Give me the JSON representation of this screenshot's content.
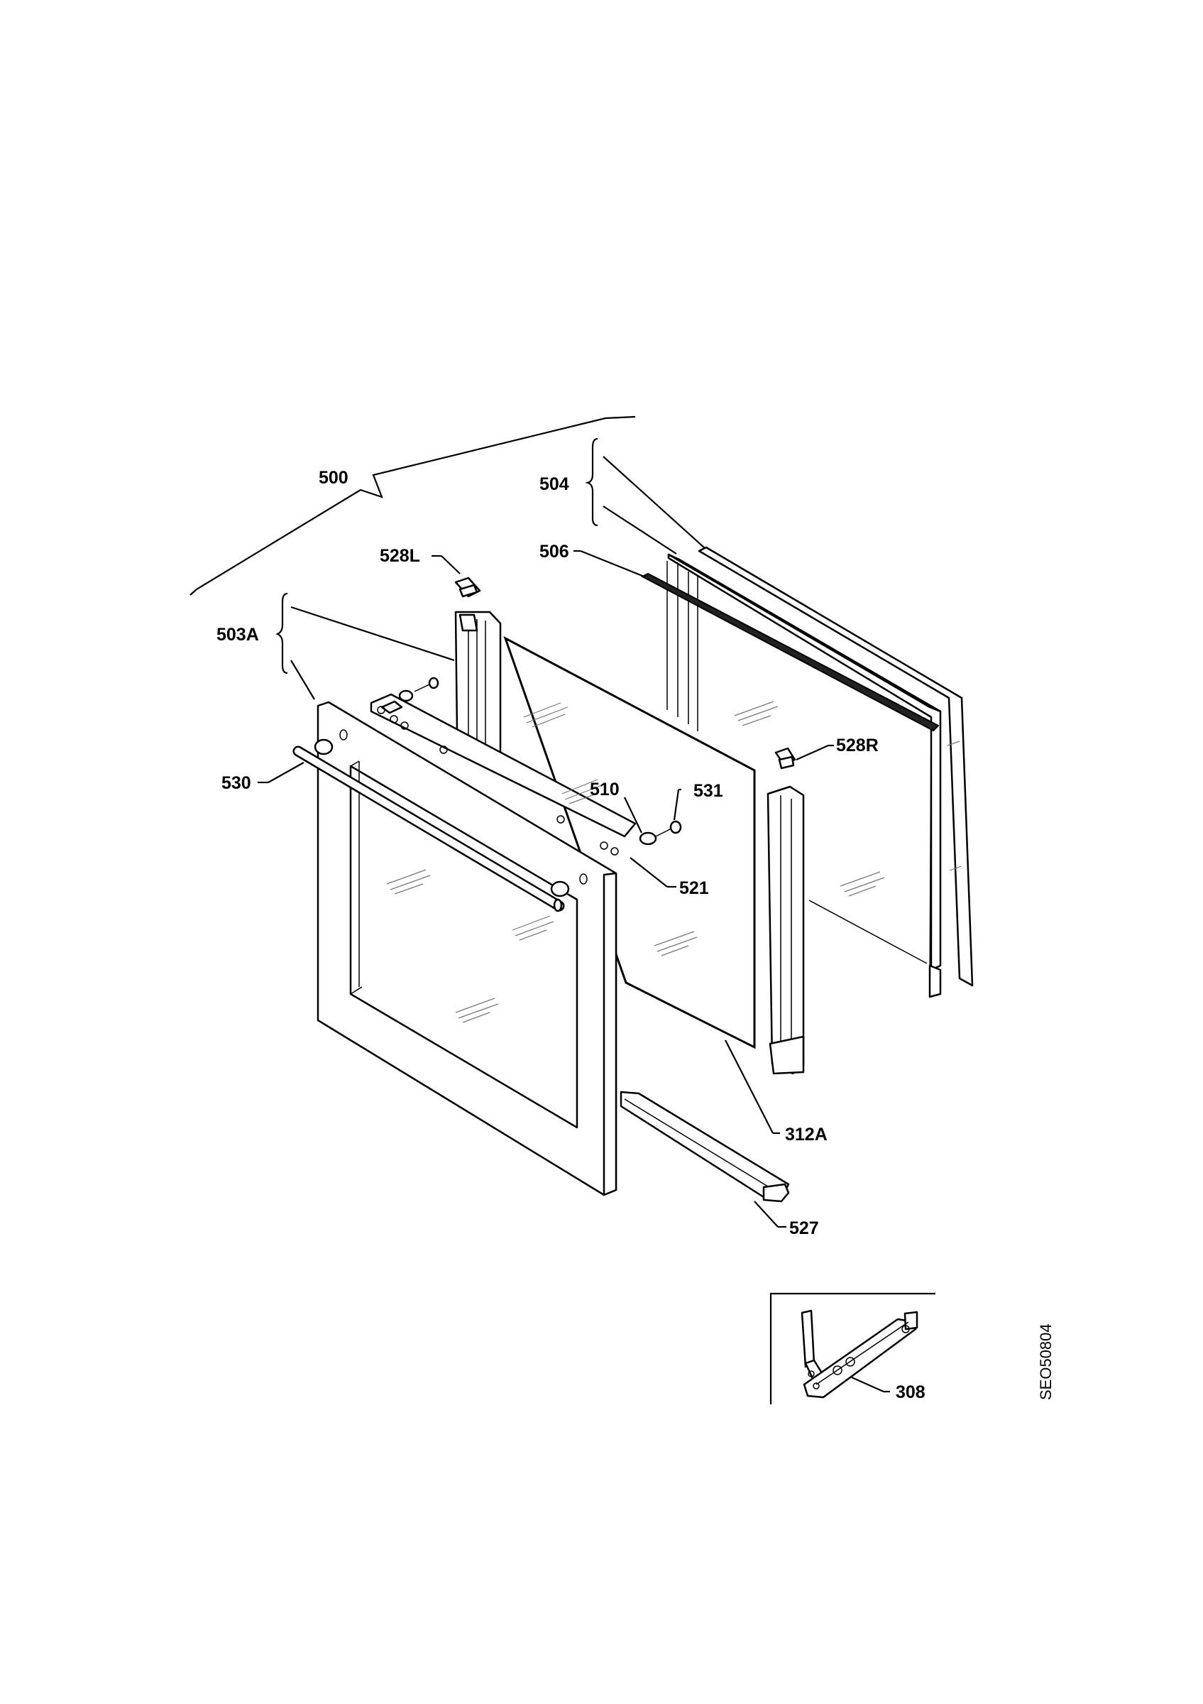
{
  "labels": {
    "p500": "500",
    "p504": "504",
    "p506": "506",
    "p528L": "528L",
    "p503A": "503A",
    "p528R": "528R",
    "p530": "530",
    "p510": "510",
    "p531": "531",
    "p521": "521",
    "p312A": "312A",
    "p527": "527",
    "p308": "308"
  },
  "drawing_code": "SEO50804"
}
